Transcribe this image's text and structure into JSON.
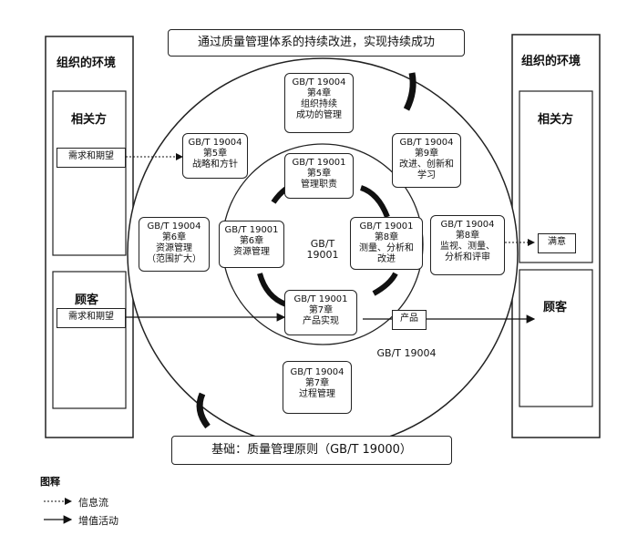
{
  "top_banner": "通过质量管理体系的持续改进，实现持续成功",
  "bottom_banner": "基础：质量管理原则（GB/T 19000）",
  "left_panel": {
    "title": "组织的环境",
    "interested_parties": "相关方",
    "needs_expectations_1": "需求和期望",
    "customers": "顾客",
    "needs_expectations_2": "需求和期望"
  },
  "right_panel": {
    "title": "组织的环境",
    "interested_parties": "相关方",
    "satisfaction": "满意",
    "customers": "顾客"
  },
  "outer_ring_label": "GB/T 19004",
  "inner_circle_label": "GB/T 19001",
  "outer_boxes": {
    "ch4": "GB/T 19004\n第4章\n组织持续\n成功的管理",
    "ch5": "GB/T 19004\n第5章\n战略和方针",
    "ch9": "GB/T 19004\n第9章\n改进、创新和\n学习",
    "ch6": "GB/T 19004\n第6章\n资源管理\n（范围扩大）",
    "ch8": "GB/T 19004\n第8章\n监视、测量、\n分析和评审",
    "ch7": "GB/T 19004\n第7章\n过程管理"
  },
  "inner_boxes": {
    "ch5": "GB/T 19001\n第5章\n管理职责",
    "ch6": "GB/T 19001\n第6章\n资源管理",
    "ch8": "GB/T 19001\n第8章\n测量、分析和\n改进",
    "ch7": "GB/T 19001\n第7章\n产品实现"
  },
  "product_label": "产品",
  "legend": {
    "title": "图释",
    "info_flow": "信息流",
    "value_activity": "增值活动"
  }
}
